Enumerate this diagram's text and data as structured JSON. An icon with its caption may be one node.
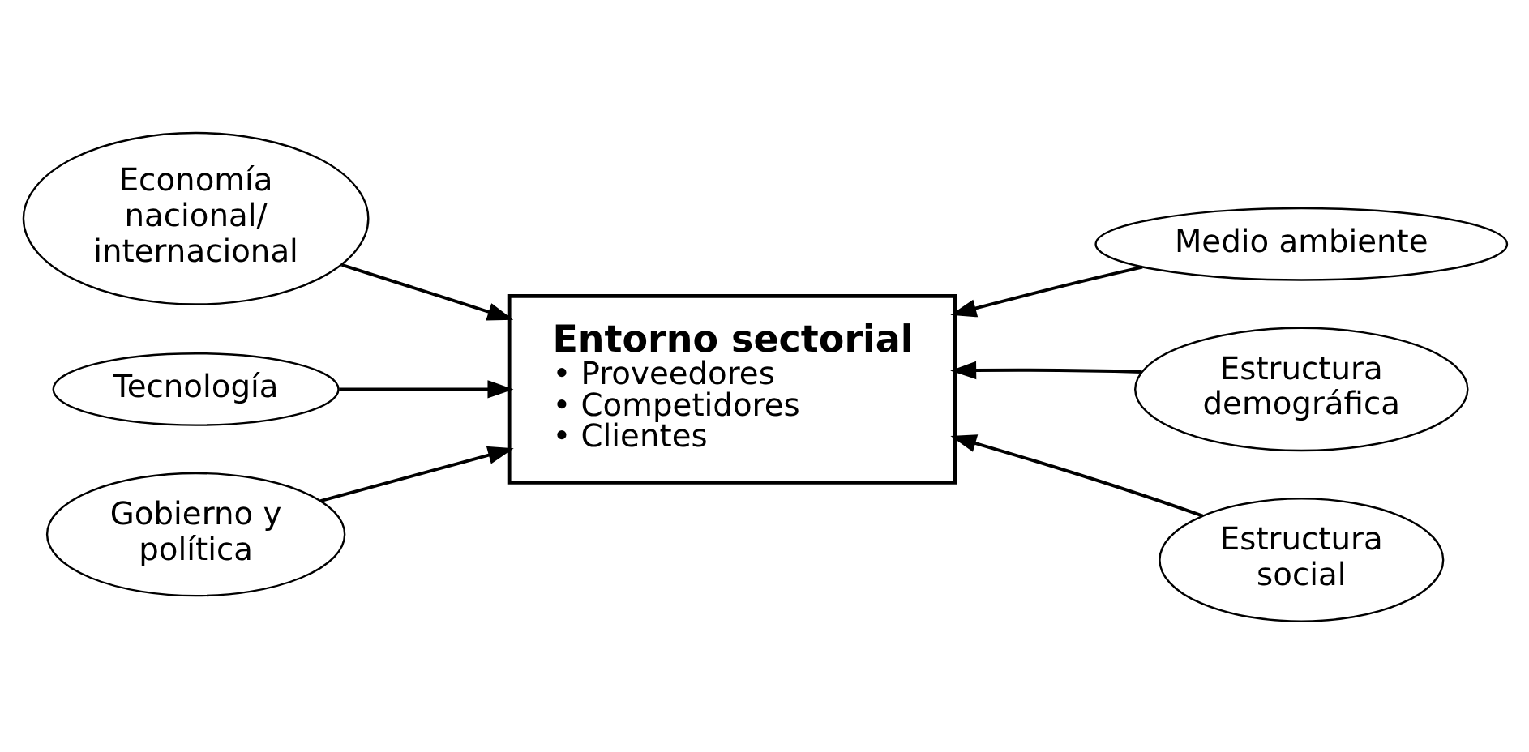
{
  "diagram": {
    "nodes": [
      {
        "text": [
          "Economía nacional/ internacional"
        ]
      },
      {
        "text": [
          "Medio ambiente"
        ]
      },
      {
        "text": [
          "Entorno sectorial",
          "• Proveedores • Competidores • Clientes"
        ]
      },
      {
        "text": [
          "Tecnología"
        ]
      },
      {
        "text": [
          "Estructura demográfica"
        ]
      },
      {
        "text": [
          "Gobierno y política"
        ]
      },
      {
        "text": [
          "Estructura social"
        ]
      }
    ],
    "edges": [
      {
        "from": 0,
        "to": 2,
        "arrow": "to"
      },
      {
        "from": 1,
        "to": 2,
        "arrow": "to"
      },
      {
        "from": 3,
        "to": 2,
        "arrow": "to"
      },
      {
        "from": 4,
        "to": 2,
        "arrow": "to"
      },
      {
        "from": 5,
        "to": 2,
        "arrow": "to"
      },
      {
        "from": 6,
        "to": 2,
        "arrow": "to"
      }
    ]
  }
}
